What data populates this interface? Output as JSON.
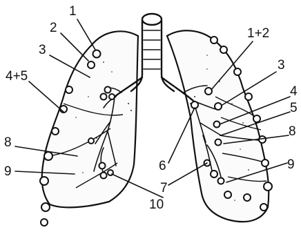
{
  "diagram": {
    "labels": {
      "l1": "1",
      "l2": "2",
      "l3_left": "3",
      "l45": "4+5",
      "l8_left": "8",
      "l9_left": "9",
      "l12": "1+2",
      "l3_right": "3",
      "l4": "4",
      "l5": "5",
      "l8_right": "8",
      "l9_right": "9",
      "l6": "6",
      "l7": "7",
      "l10": "10"
    }
  }
}
